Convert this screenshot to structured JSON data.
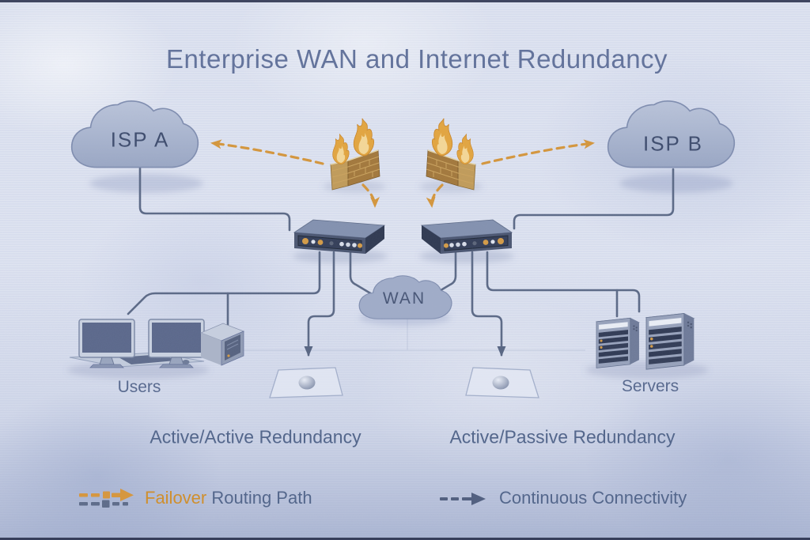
{
  "title": "Enterprise WAN and Internet Redundancy",
  "nodes": {
    "isp_a": {
      "label": "ISP A"
    },
    "isp_b": {
      "label": "ISP B"
    },
    "wan": {
      "label": "WAN"
    },
    "users": {
      "label": "Users"
    },
    "servers": {
      "label": "Servers"
    }
  },
  "sections": {
    "left_caption": "Active/Active Redundancy",
    "right_caption": "Active/Passive Redundancy"
  },
  "legend": {
    "failover": {
      "highlight": "Failover",
      "rest": " Routing Path"
    },
    "continuous": {
      "label": "Continuous Connectivity"
    }
  },
  "icons": {
    "isp_a": "cloud-icon",
    "isp_b": "cloud-icon",
    "wan": "cloud-icon",
    "firewall_left": "firewall-brick-flames-icon",
    "firewall_right": "firewall-brick-flames-icon",
    "router_left": "router-appliance-icon",
    "router_right": "router-appliance-icon",
    "users_group": "workstations-icon",
    "servers_group": "server-towers-icon",
    "endpoint_left": "floor-tile-node-icon",
    "endpoint_right": "floor-tile-node-icon"
  },
  "connections": {
    "solid_links": [
      "ISP A — Router left",
      "ISP B — Router right",
      "Router left — WAN",
      "Router right — WAN",
      "Router left — Users LAN",
      "Router left → Active/Active endpoint",
      "Router right — Servers",
      "Router right → Active/Passive endpoint"
    ],
    "failover_paths": [
      "Firewall left → ISP A",
      "Firewall right → ISP B",
      "Firewall left → Router left",
      "Firewall right → Router right"
    ]
  },
  "colors": {
    "background": "#dde2f0",
    "title_text": "#64749c",
    "node_label_text": "#414f70",
    "body_text": "#54678c",
    "line": "#5a6885",
    "failover_orange": "#d4953a",
    "cloud_fill": "#a8b4cf",
    "cloud_stroke": "#7e8cae",
    "router_body": "#46516c",
    "brick": "#a2773a",
    "flame": "#e2a43e"
  }
}
